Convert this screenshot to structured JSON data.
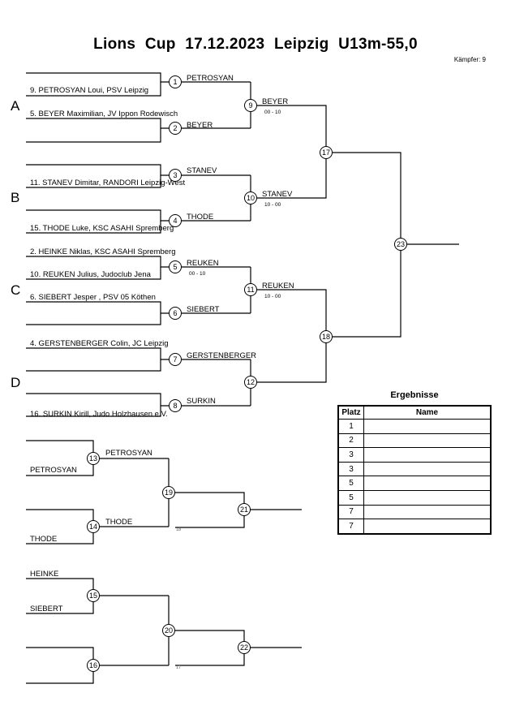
{
  "header": {
    "title": "Lions Cup  17.12.2023  Leipzig   U13m-55,0",
    "fighter_count": "Kämpfer: 9"
  },
  "pools": [
    "A",
    "B",
    "C",
    "D"
  ],
  "entries": [
    "9. PETROSYAN Loui, PSV Leipzig",
    "5. BEYER Maximilian, JV Ippon Rodewisch",
    "11. STANEV Dimitar, RANDORI Leipzig-West",
    "15. THODE Luke, KSC ASAHI Spremberg",
    "2. HEINKE Niklas, KSC ASAHI Spremberg",
    "10. REUKEN Julius, Judoclub Jena",
    "6. SIEBERT  Jesper , PSV 05 Köthen",
    "4. GERSTENBERGER Colin, JC Leipzig",
    "16. SURKIN Kirill, Judo Holzhausen e.V."
  ],
  "winners": {
    "m1": "PETROSYAN",
    "m2": "BEYER",
    "m3": "STANEV",
    "m4": "THODE",
    "m5": "REUKEN",
    "m6": "SIEBERT",
    "m7": "GERSTENBERGER",
    "m8": "SURKIN",
    "m9": "BEYER",
    "m10": "STANEV",
    "m11": "REUKEN",
    "m13": "PETROSYAN",
    "m14": "THODE"
  },
  "scores": {
    "m5": "00 - 10",
    "m9": "00 - 10",
    "m10": "10 - 00",
    "m11": "10 - 00"
  },
  "repechage": {
    "r13_top": "",
    "r13_bottom": "PETROSYAN",
    "r14_top": "",
    "r14_bottom": "THODE",
    "r15_top": "HEINKE",
    "r15_bottom": "SIEBERT",
    "r16_top": "",
    "r16_bottom": "",
    "from_19": "18",
    "from_20": "17"
  },
  "match_numbers": [
    "1",
    "2",
    "3",
    "4",
    "5",
    "6",
    "7",
    "8",
    "9",
    "10",
    "11",
    "12",
    "13",
    "14",
    "15",
    "16",
    "17",
    "18",
    "19",
    "20",
    "21",
    "22",
    "23"
  ],
  "results": {
    "title": "Ergebnisse",
    "col_place": "Platz",
    "col_name": "Name",
    "rows": [
      {
        "place": "1",
        "name": ""
      },
      {
        "place": "2",
        "name": ""
      },
      {
        "place": "3",
        "name": ""
      },
      {
        "place": "3",
        "name": ""
      },
      {
        "place": "5",
        "name": ""
      },
      {
        "place": "5",
        "name": ""
      },
      {
        "place": "7",
        "name": ""
      },
      {
        "place": "7",
        "name": ""
      }
    ]
  }
}
